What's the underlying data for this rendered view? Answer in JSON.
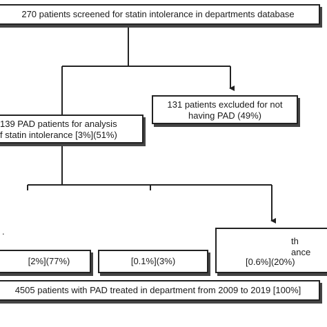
{
  "diagram": {
    "screened": "270 patients screened for statin intolerance in departments database",
    "excluded": {
      "line1": "131 patients excluded for not",
      "line2": "having PAD (49%)"
    },
    "pad_analysis": {
      "line1": "139 PAD patients for analysis",
      "line2": "f statin intolerance [3%](51%)"
    },
    "left_fragment": ".",
    "left_box": "[2%](77%)",
    "middle_box": "[0.1%](3%)",
    "right_box": {
      "fragment1": "th",
      "fragment2": "ance",
      "value": "[0.6%](20%)"
    },
    "total": "4505 patients with PAD treated in department from 2009 to 2019 [100%]"
  }
}
